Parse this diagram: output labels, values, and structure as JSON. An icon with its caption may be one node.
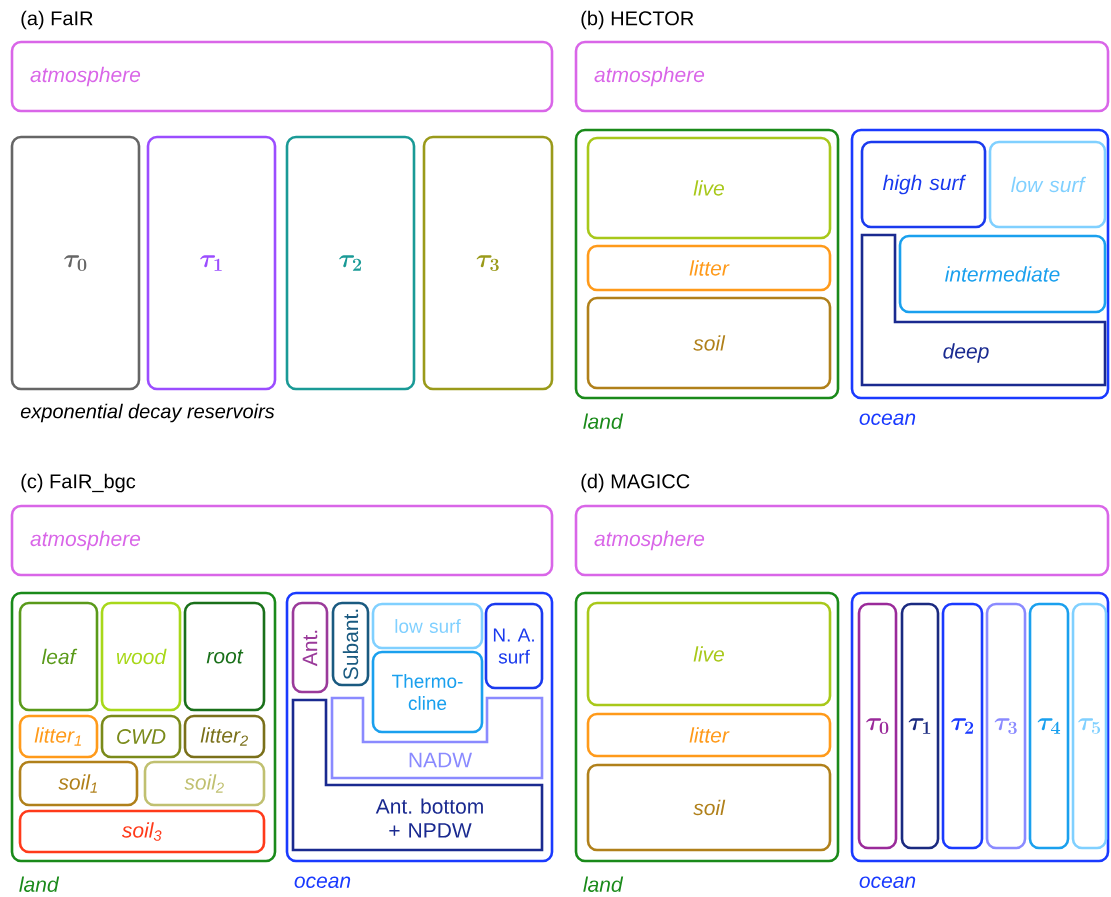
{
  "diagram": {
    "nodes": [
      {
        "text": [
          "atmosphere"
        ]
      },
      {
        "text": [
          "\\tau_{0}"
        ]
      },
      {
        "text": [
          "\\tau_{1}"
        ]
      },
      {
        "text": [
          "\\tau_{2}"
        ]
      },
      {
        "text": [
          "\\tau_{3}"
        ]
      },
      {
        "text": [
          "atmosphere"
        ]
      },
      {
        "text": [
          "land"
        ]
      },
      {
        "text": [
          "live"
        ],
        "in": 6
      },
      {
        "text": [
          "litter"
        ],
        "in": 6
      },
      {
        "text": [
          "soil"
        ],
        "in": 6
      },
      {
        "text": [
          "ocean"
        ]
      },
      {
        "text": [
          "high surf"
        ],
        "in": 10
      },
      {
        "text": [
          "low surf"
        ],
        "in": 10
      },
      {
        "text": [
          "intermediate"
        ],
        "in": 10
      },
      {
        "text": [
          "deep"
        ],
        "in": 10
      },
      {
        "text": [
          "atmosphere"
        ]
      },
      {
        "text": [
          "land"
        ]
      },
      {
        "text": [
          "leaf"
        ],
        "in": 16
      },
      {
        "text": [
          "wood"
        ],
        "in": 16
      },
      {
        "text": [
          "root"
        ],
        "in": 16
      },
      {
        "text": [
          "litter$_{1}$"
        ],
        "in": 16
      },
      {
        "text": [
          "CWD"
        ],
        "in": 16
      },
      {
        "text": [
          "litter$_{2}$"
        ],
        "in": 16
      },
      {
        "text": [
          "soil$_{1}$"
        ],
        "in": 16
      },
      {
        "text": [
          "soil$_{2}$"
        ],
        "in": 16
      },
      {
        "text": [
          "soil$_{3}$"
        ],
        "in": 16
      },
      {
        "text": [
          "ocean"
        ]
      },
      {
        "text": [
          "Ant."
        ],
        "in": 26
      },
      {
        "text": [
          "Subant."
        ],
        "in": 26
      },
      {
        "text": [
          "low surf"
        ],
        "in": 26
      },
      {
        "text": [
          "N. A. surf"
        ],
        "in": 26
      },
      {
        "text": [
          "Thermo- cline"
        ],
        "in": 26
      },
      {
        "text": [
          "NADW"
        ],
        "in": 26
      },
      {
        "text": [
          "Ant. bottom + NPDW"
        ],
        "in": 26
      },
      {
        "text": [
          "atmosphere"
        ]
      },
      {
        "text": [
          "land"
        ]
      },
      {
        "text": [
          "live"
        ],
        "in": 35
      },
      {
        "text": [
          "litter"
        ],
        "in": 35
      },
      {
        "text": [
          "soil"
        ],
        "in": 35
      },
      {
        "text": [
          "ocean"
        ]
      },
      {
        "text": [
          "\\tau_{0}"
        ],
        "in": 39
      },
      {
        "text": [
          "\\tau_{1}"
        ],
        "in": 39
      },
      {
        "text": [
          "\\tau_{2}"
        ],
        "in": 39
      },
      {
        "text": [
          "\\tau_{3}"
        ],
        "in": 39
      },
      {
        "text": [
          "\\tau_{4}"
        ],
        "in": 39
      },
      {
        "text": [
          "\\tau_{5}"
        ],
        "in": 39
      }
    ],
    "labels": [
      "(a) FaIR",
      "(b) HECTOR",
      "exponential decay reservoirs",
      "(c) FaIR_bgc",
      "(d) MAGICC"
    ]
  }
}
